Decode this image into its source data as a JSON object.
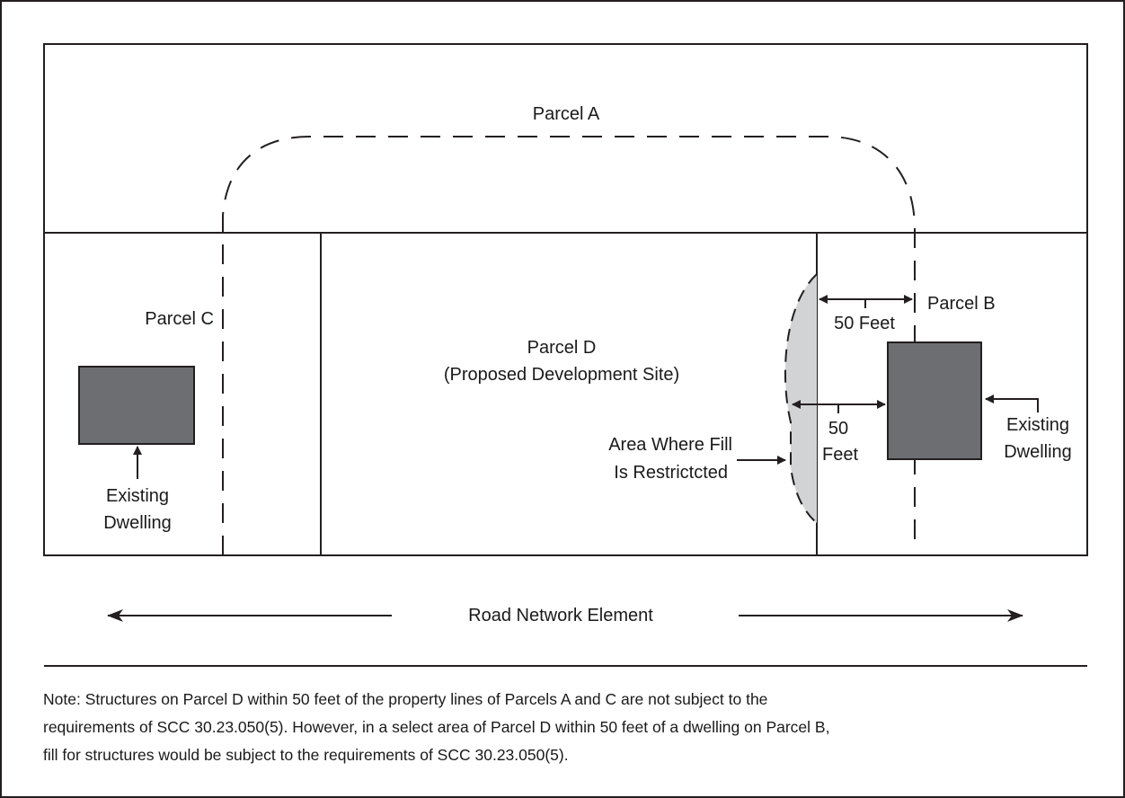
{
  "parcels": {
    "a": "Parcel A",
    "b": "Parcel B",
    "c": "Parcel C",
    "d_name": "Parcel D",
    "d_desc": "(Proposed Development Site)"
  },
  "dwellings": {
    "left_line1": "Existing",
    "left_line2": "Dwelling",
    "right_line1": "Existing",
    "right_line2": "Dwelling"
  },
  "distances": {
    "top": "50 Feet",
    "mid_line1": "50",
    "mid_line2": "Feet"
  },
  "fill_area": {
    "line1": "Area Where Fill",
    "line2": "Is Restrictcted"
  },
  "road": "Road Network Element",
  "note": [
    "Note: Structures on Parcel D within 50 feet of the property lines of Parcels A and C are not subject to the",
    "requirements of SCC 30.23.050(5). However, in a select area of Parcel D within 50 feet of a dwelling on Parcel B,",
    "fill for structures would be subject to the requirements of SCC 30.23.050(5)."
  ],
  "colors": {
    "dwelling_fill": "#6d6e71",
    "restricted_fill": "#d1d3d4",
    "line": "#231f20"
  }
}
